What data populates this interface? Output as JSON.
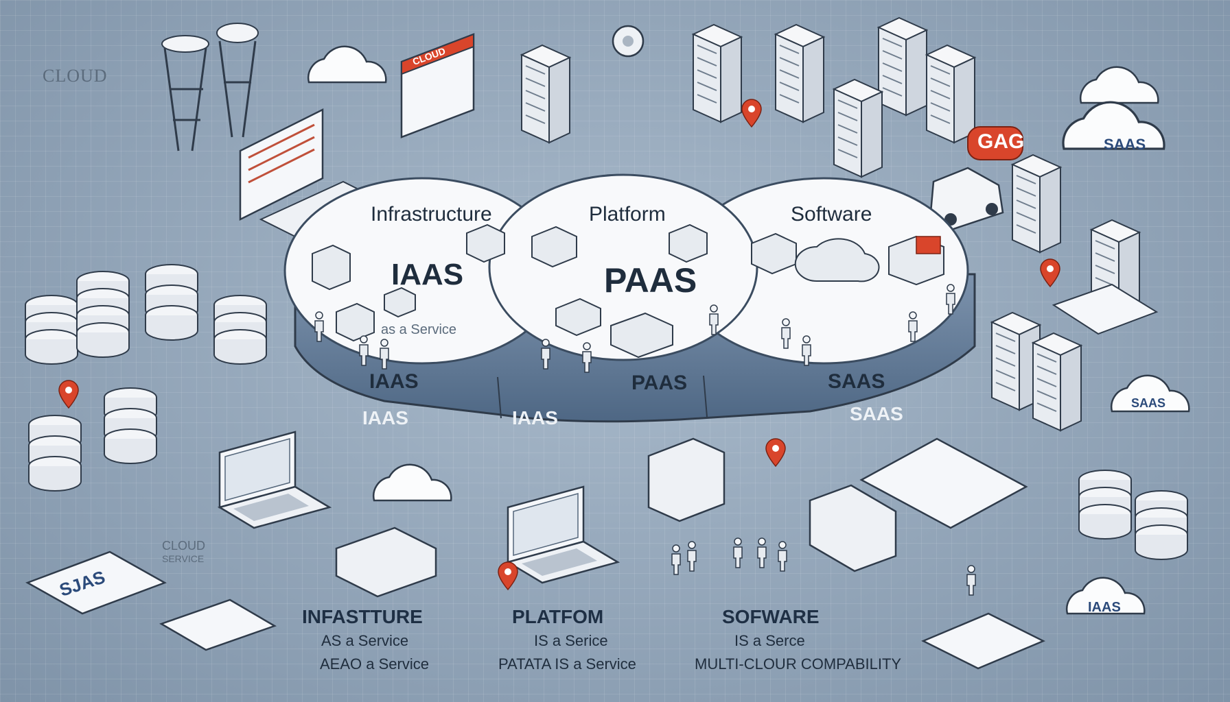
{
  "colors": {
    "background": "#8fa3b7",
    "outline": "#2f3b4a",
    "panel": "#f4f6f9",
    "rim": "#5f7896",
    "accent": "#d9452b",
    "text": "#1f2d3d"
  },
  "icons": [
    "cloud-icon",
    "server-rack-icon",
    "database-icon",
    "laptop-icon",
    "location-pin-icon",
    "person-icon",
    "document-icon",
    "water-tower-icon",
    "car-icon",
    "gear-icon"
  ],
  "corner_labels": {
    "cloud_top": "CLOUD",
    "cloud_service_line1": "CLOUD",
    "cloud_service_line2": "SERVICE",
    "sjas_doc": "SJAS",
    "gag_badge": "GAG",
    "cloud_sign": "CLOUD"
  },
  "cloud_labels": {
    "saas_top": "SAAS",
    "right_mid": "SAAS",
    "bottom_right": "IAAS"
  },
  "circles": [
    {
      "heading": "Infrastructure",
      "center_label": "IAAS",
      "sub_label": "as a Service",
      "bottom_label": "IAAS",
      "rim_label": "IAAS"
    },
    {
      "heading": "Platform",
      "center_label": "PAAS",
      "bottom_label": "PAAS",
      "rim_label": "IAAS"
    },
    {
      "heading": "Software",
      "bottom_label": "SAAS",
      "rim_label": "SAAS"
    }
  ],
  "bottom_captions": [
    {
      "title": "INFASTTURE",
      "line1": "AS a Service",
      "line2": "AEAO a Service"
    },
    {
      "title": "PLATFOM",
      "line1": "IS a Serice",
      "line2": "PATATA IS a Service"
    },
    {
      "title": "SOFWARE",
      "line1": "IS a Serce",
      "line2": "MULTI-CLOUR COMPABILITY"
    }
  ]
}
